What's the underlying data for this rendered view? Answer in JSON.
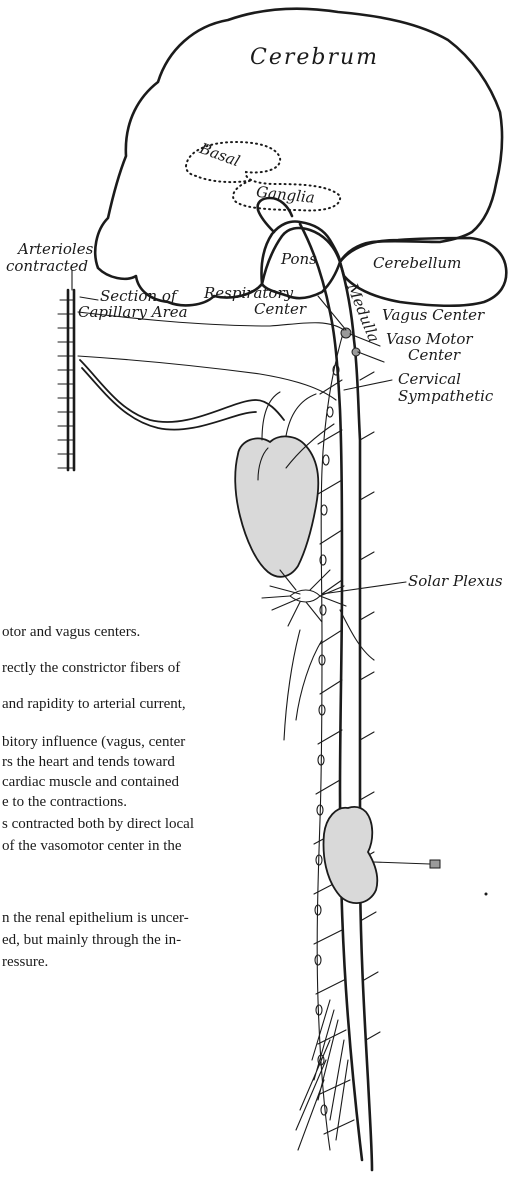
{
  "labels": {
    "cerebrum": "Cerebrum",
    "basal": "Basal",
    "ganglia": "Ganglia",
    "pons": "Pons",
    "cerebellum": "Cerebellum",
    "medulla": "Medulla",
    "arterioles_line1": "Arterioles",
    "arterioles_line2": "contracted",
    "section_line1": "Section of",
    "section_line2": "Capillary Area",
    "respiratory_line1": "Respiratory",
    "respiratory_line2": "Center",
    "vagus_center": "Vagus Center",
    "vaso_line1": "Vaso Motor",
    "vaso_line2": "Center",
    "cervical_line1": "Cervical",
    "cervical_line2": "Sympathetic",
    "solar_plexus": "Solar Plexus"
  },
  "text_lines": [
    "otor and vagus centers.",
    "rectly the constrictor fibers of",
    "and rapidity to arterial current,",
    "bitory influence (vagus, center",
    "rs the heart and tends toward",
    "cardiac muscle and contained",
    "e to the contractions.",
    "s contracted both by direct local",
    "of the vasomotor center in the",
    "n the renal epithelium is uncer-",
    "ed, but mainly through the in-",
    "ressure."
  ]
}
